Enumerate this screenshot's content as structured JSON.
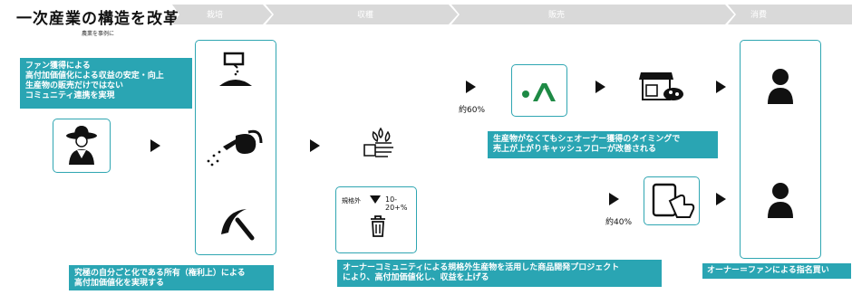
{
  "header": {
    "title": "一次産業の構造を改革",
    "subtitle": "農業を事例に",
    "stages": [
      "栽培",
      "収穫",
      "販売",
      "消費"
    ]
  },
  "notes": {
    "fan": [
      "ファン獲得による",
      "高付加価値化による収益の安定・向上",
      "生産物の販売だけではない",
      "コミュニティ連携を実現"
    ],
    "ownership": [
      "究極の自分ごと化である所有（権利上）による",
      "高付加価値化を実現する"
    ],
    "cashflow": [
      "生産物がなくてもシェオーナー獲得のタイミングで",
      "売上が上がりキャッシュフローが改善される"
    ],
    "community": [
      "オーナーコミュニティによる規格外生産物を活用した商品開発プロジェクト",
      "により、高付加価値化し、収益を上げる"
    ],
    "consume": "オーナー＝ファンによる指名買い"
  },
  "pct_60": "約60%",
  "pct_40": "約40%",
  "offspec": {
    "label": "規格外",
    "range": "10-20+%"
  },
  "icons": [
    "farmer-icon",
    "seed-icon",
    "watering-can-icon",
    "sickle-icon",
    "harvest-hand-icon",
    "trash-icon",
    "ja-logo-icon",
    "shop-icon",
    "tablet-touch-icon",
    "person-icon"
  ],
  "colors": {
    "accent": "#2aa5b3",
    "stage_bar": "#d9d9d9"
  }
}
